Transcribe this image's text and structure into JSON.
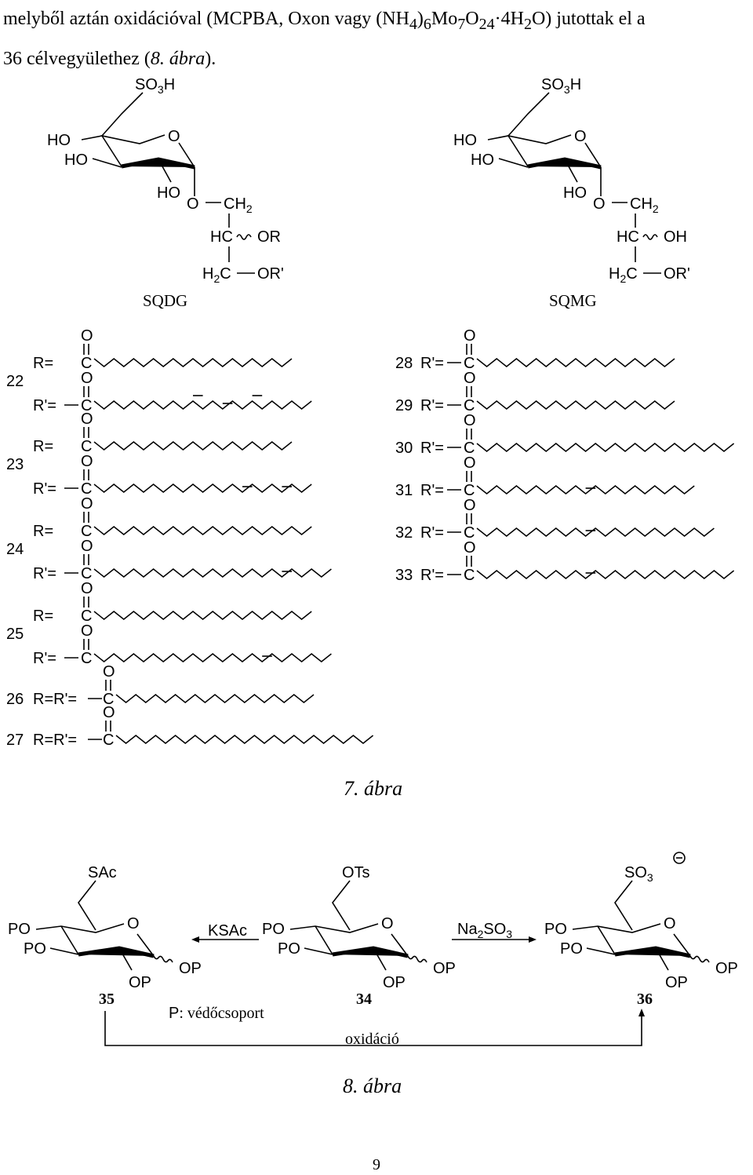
{
  "intro": {
    "line1_a": "melyből aztán oxidációval (MCPBA, Oxon vagy (NH",
    "sub_4": "4",
    "paren": ")",
    "sub_6": "6",
    "mo": "Mo",
    "sub_7": "7",
    "o": "O",
    "sub_24": "24",
    "dot4h": "·4H",
    "sub_2": "2",
    "line1_b": "O) jutottak el a",
    "line2_a": "36 célvegyülethez (",
    "line2_ref": "8. ábra",
    "line2_b": ")."
  },
  "fig7": {
    "caption": "7. ábra",
    "sqdg": {
      "name": "SQDG",
      "top": "SO3H",
      "ho": "HO",
      "o": "O",
      "ch2": "CH2",
      "hc": "HC",
      "r1": "OR",
      "h2c": "H2C",
      "r2": "OR'"
    },
    "sqmg": {
      "name": "SQMG",
      "top": "SO3H",
      "ho": "HO",
      "o": "O",
      "ch2": "CH2",
      "hc": "HC",
      "r1": "OH",
      "h2c": "H2C",
      "r2": "OR'"
    },
    "left_rows": [
      {
        "num": "22",
        "r": "R=",
        "rp": "R'="
      },
      {
        "num": "23",
        "r": "R=",
        "rp": "R'="
      },
      {
        "num": "24",
        "r": "R=",
        "rp": "R'="
      },
      {
        "num": "25",
        "r": "R=",
        "rp": "R'="
      }
    ],
    "single_rows": [
      {
        "num": "26",
        "label": "R=R'="
      },
      {
        "num": "27",
        "label": "R=R'="
      }
    ],
    "right_rows": [
      {
        "num": "28",
        "label": "R'="
      },
      {
        "num": "29",
        "label": "R'="
      },
      {
        "num": "30",
        "label": "R'="
      },
      {
        "num": "31",
        "label": "R'="
      },
      {
        "num": "32",
        "label": "R'="
      },
      {
        "num": "33",
        "label": "R'="
      }
    ],
    "carbonyl_c": "C",
    "carbonyl_o": "O"
  },
  "fig8": {
    "caption": "8. ábra",
    "c35": {
      "num": "35",
      "top": "SAc"
    },
    "c34": {
      "num": "34",
      "top": "OTs"
    },
    "c36": {
      "num": "36",
      "top": "SO3",
      "charge": "−"
    },
    "po": "PO",
    "op": "OP",
    "o": "O",
    "reagent_left": "KSAc",
    "reagent_right": "Na2SO3",
    "protect_p": "P",
    "protect_note": ": védőcsoport",
    "oxidation": "oxidáció"
  },
  "page_number": "9"
}
